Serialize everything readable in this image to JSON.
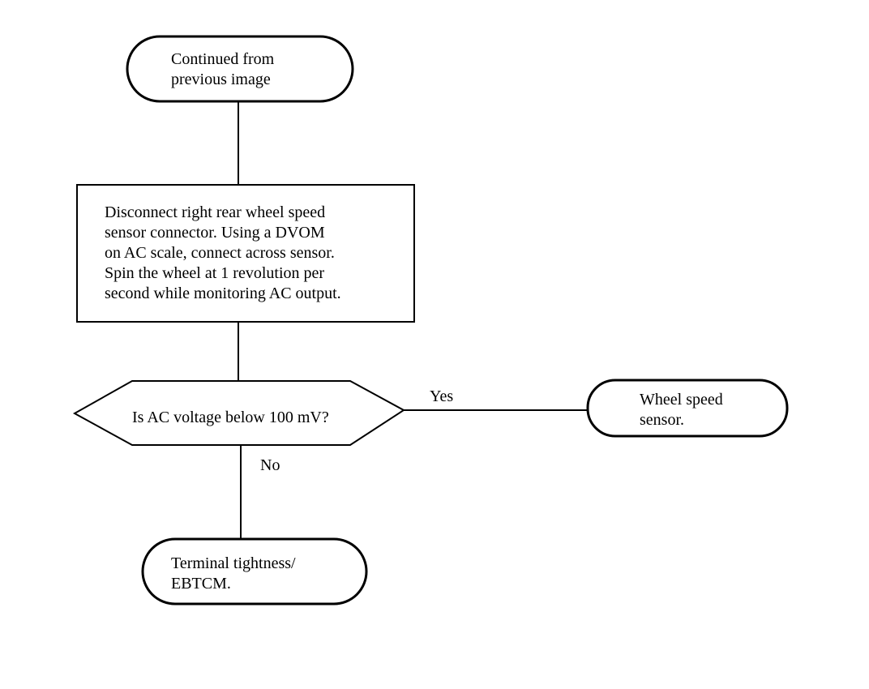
{
  "flowchart": {
    "start": {
      "lines": [
        "Continued from",
        "previous  image"
      ]
    },
    "step": {
      "lines": [
        "Disconnect right rear wheel speed",
        "sensor connector. Using a DVOM",
        "on AC scale, connect across sensor.",
        "Spin the wheel at 1 revolution per",
        "second while monitoring AC output."
      ]
    },
    "decision": {
      "text": "Is AC voltage below 100 mV?"
    },
    "yes_label": "Yes",
    "no_label": "No",
    "yes_result": {
      "lines": [
        "Wheel speed",
        "sensor."
      ]
    },
    "no_result": {
      "lines": [
        "Terminal tightness/",
        "EBTCM."
      ]
    }
  }
}
